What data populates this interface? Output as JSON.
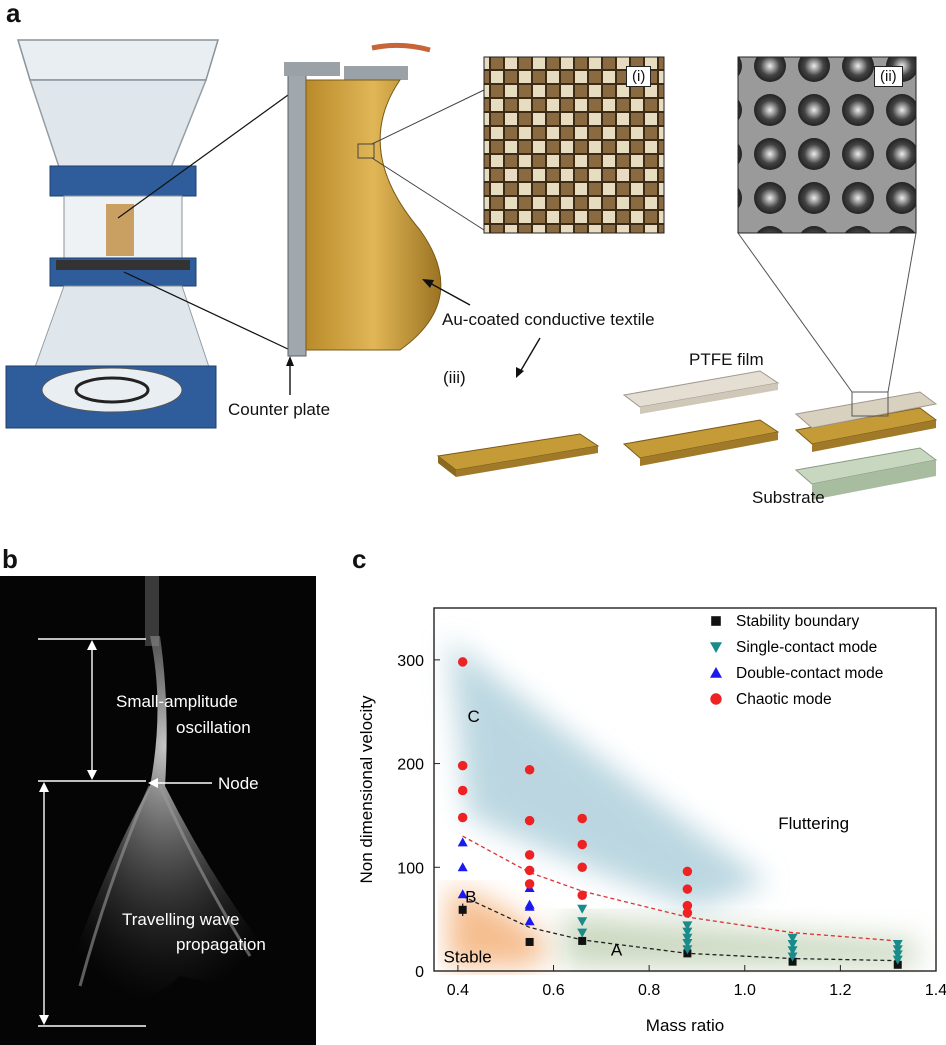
{
  "panels": {
    "a": {
      "letter": "a"
    },
    "b": {
      "letter": "b"
    },
    "c": {
      "letter": "c"
    }
  },
  "panel_a": {
    "inset_i": "(i)",
    "inset_ii": "(ii)",
    "label_iii": "(iii)",
    "label_textile": "Au-coated conductive textile",
    "label_counter_plate": "Counter plate",
    "label_ptfe": "PTFE film",
    "label_substrate": "Substrate"
  },
  "panel_b": {
    "label_small_amp_1": "Small-amplitude",
    "label_small_amp_2": "oscillation",
    "label_node": "Node",
    "label_travel_1": "Travelling wave",
    "label_travel_2": "propagation"
  },
  "chart_data": {
    "type": "scatter",
    "xlabel": "Mass ratio",
    "ylabel": "Non dimensional velocity",
    "xlim": [
      0.35,
      1.4
    ],
    "ylim": [
      0,
      350
    ],
    "xticks": [
      0.4,
      0.6,
      0.8,
      1.0,
      1.2,
      1.4
    ],
    "xtick_labels": [
      "0.4",
      "0.6",
      "0.8",
      "1.0",
      "1.2",
      "1.4"
    ],
    "yticks": [
      0,
      100,
      200,
      300
    ],
    "ytick_labels": [
      "0",
      "100",
      "200",
      "300"
    ],
    "legend_position": "top-right",
    "region_labels": {
      "C": "C",
      "B": "B",
      "A": "A",
      "stable": "Stable",
      "fluttering": "Fluttering"
    },
    "series": [
      {
        "name": "Stability boundary",
        "marker": "square",
        "color": "#111111",
        "x": [
          0.41,
          0.55,
          0.66,
          0.88,
          1.1,
          1.32
        ],
        "y": [
          59,
          28,
          29,
          17,
          9,
          6
        ],
        "err": [
          6,
          2,
          4,
          2,
          1,
          1
        ]
      },
      {
        "name": "Single-contact mode",
        "marker": "triangle-down",
        "color": "#1a8a8a",
        "x": [
          0.66,
          0.66,
          0.66,
          0.88,
          0.88,
          0.88,
          0.88,
          0.88,
          1.1,
          1.1,
          1.1,
          1.1,
          1.32,
          1.32,
          1.32,
          1.32
        ],
        "y": [
          60,
          48,
          37,
          44,
          38,
          32,
          27,
          21,
          32,
          26,
          20,
          14,
          26,
          21,
          16,
          11
        ]
      },
      {
        "name": "Double-contact mode",
        "marker": "triangle-up",
        "color": "#1a1aee",
        "x": [
          0.41,
          0.41,
          0.41,
          0.55,
          0.55,
          0.55,
          0.55
        ],
        "y": [
          124,
          100,
          74,
          80,
          64,
          48,
          62
        ]
      },
      {
        "name": "Chaotic mode",
        "marker": "circle",
        "color": "#ee2222",
        "x": [
          0.41,
          0.41,
          0.41,
          0.41,
          0.55,
          0.55,
          0.55,
          0.55,
          0.55,
          0.66,
          0.66,
          0.66,
          0.66,
          0.88,
          0.88,
          0.88,
          0.88
        ],
        "y": [
          298,
          198,
          174,
          148,
          194,
          145,
          112,
          97,
          84,
          147,
          122,
          100,
          73,
          96,
          79,
          63,
          56
        ]
      }
    ],
    "fit_curves": [
      {
        "color": "#e03030",
        "x": [
          0.41,
          0.55,
          0.66,
          0.88,
          1.1,
          1.32
        ],
        "y": [
          130,
          95,
          77,
          52,
          37,
          29
        ]
      },
      {
        "color": "#222222",
        "x": [
          0.41,
          0.55,
          0.66,
          0.88,
          1.1,
          1.32
        ],
        "y": [
          72,
          42,
          30,
          17,
          12,
          10
        ]
      }
    ]
  }
}
